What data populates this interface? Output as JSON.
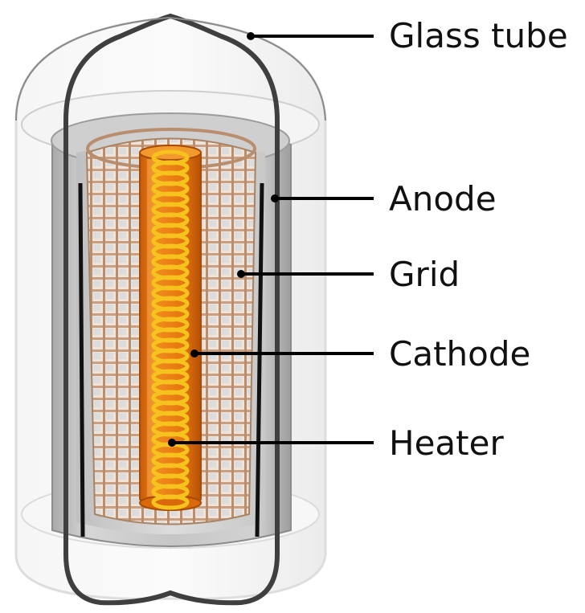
{
  "diagram": {
    "labels": {
      "glass_tube": "Glass tube",
      "anode": "Anode",
      "grid": "Grid",
      "cathode": "Cathode",
      "heater": "Heater"
    },
    "colors": {
      "glass": "#eeeeee",
      "glass_edge": "#444444",
      "anode": "#b9b9b9",
      "grid": "#c9a589",
      "cathode": "#e8740f",
      "heater": "#f6c21e",
      "leader": "#000000"
    }
  }
}
